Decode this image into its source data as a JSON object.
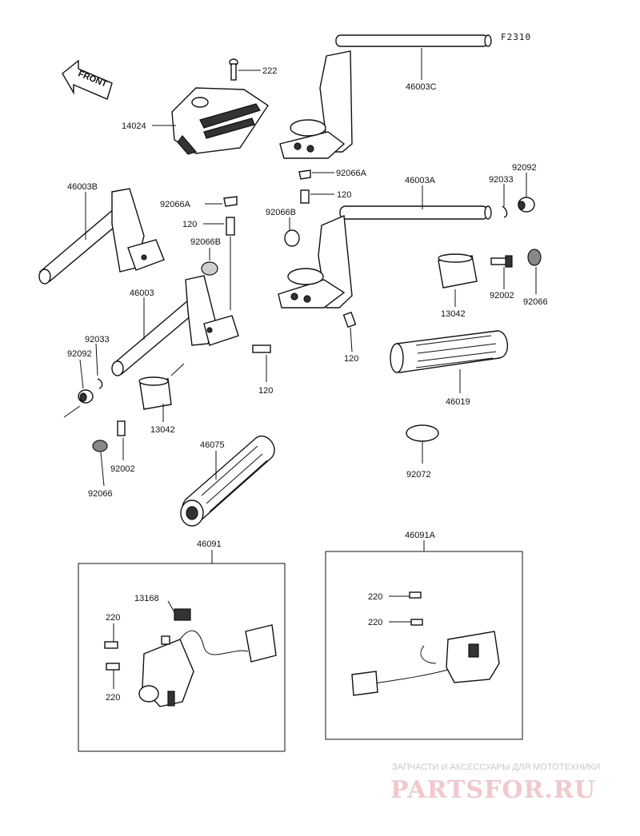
{
  "diagram_code": "F2310",
  "front_arrow_label": "FRONT",
  "labels": {
    "p222": "222",
    "p46003C": "46003C",
    "p14024": "14024",
    "p92066A_top": "92066A",
    "p46003A": "46003A",
    "p92092_right": "92092",
    "p92033_right": "92033",
    "p120_top": "120",
    "p92066B_right": "92066B",
    "p46003B": "46003B",
    "p92066A_left": "92066A",
    "p120_left": "120",
    "p92066B_left": "92066B",
    "p46003": "46003",
    "p92033_left": "92033",
    "p92092_left": "92092",
    "p120_lower_left": "120",
    "p13042_left": "13042",
    "p92002_left": "92002",
    "p92066_left": "92066",
    "p46075": "46075",
    "p13042_right": "13042",
    "p92002_right": "92002",
    "p92066_right": "92066",
    "p120_lower_right": "120",
    "p46019": "46019",
    "p92072": "92072",
    "p46091": "46091",
    "p13168": "13168",
    "p220_a": "220",
    "p220_b": "220",
    "p46091A": "46091A",
    "p220_c": "220",
    "p220_d": "220"
  },
  "watermark": {
    "tagline": "ЗАПЧАСТИ И АКСЕССУАРЫ ДЛЯ МОТОТЕХНИКИ",
    "logo": "PARTSFOR.RU"
  }
}
